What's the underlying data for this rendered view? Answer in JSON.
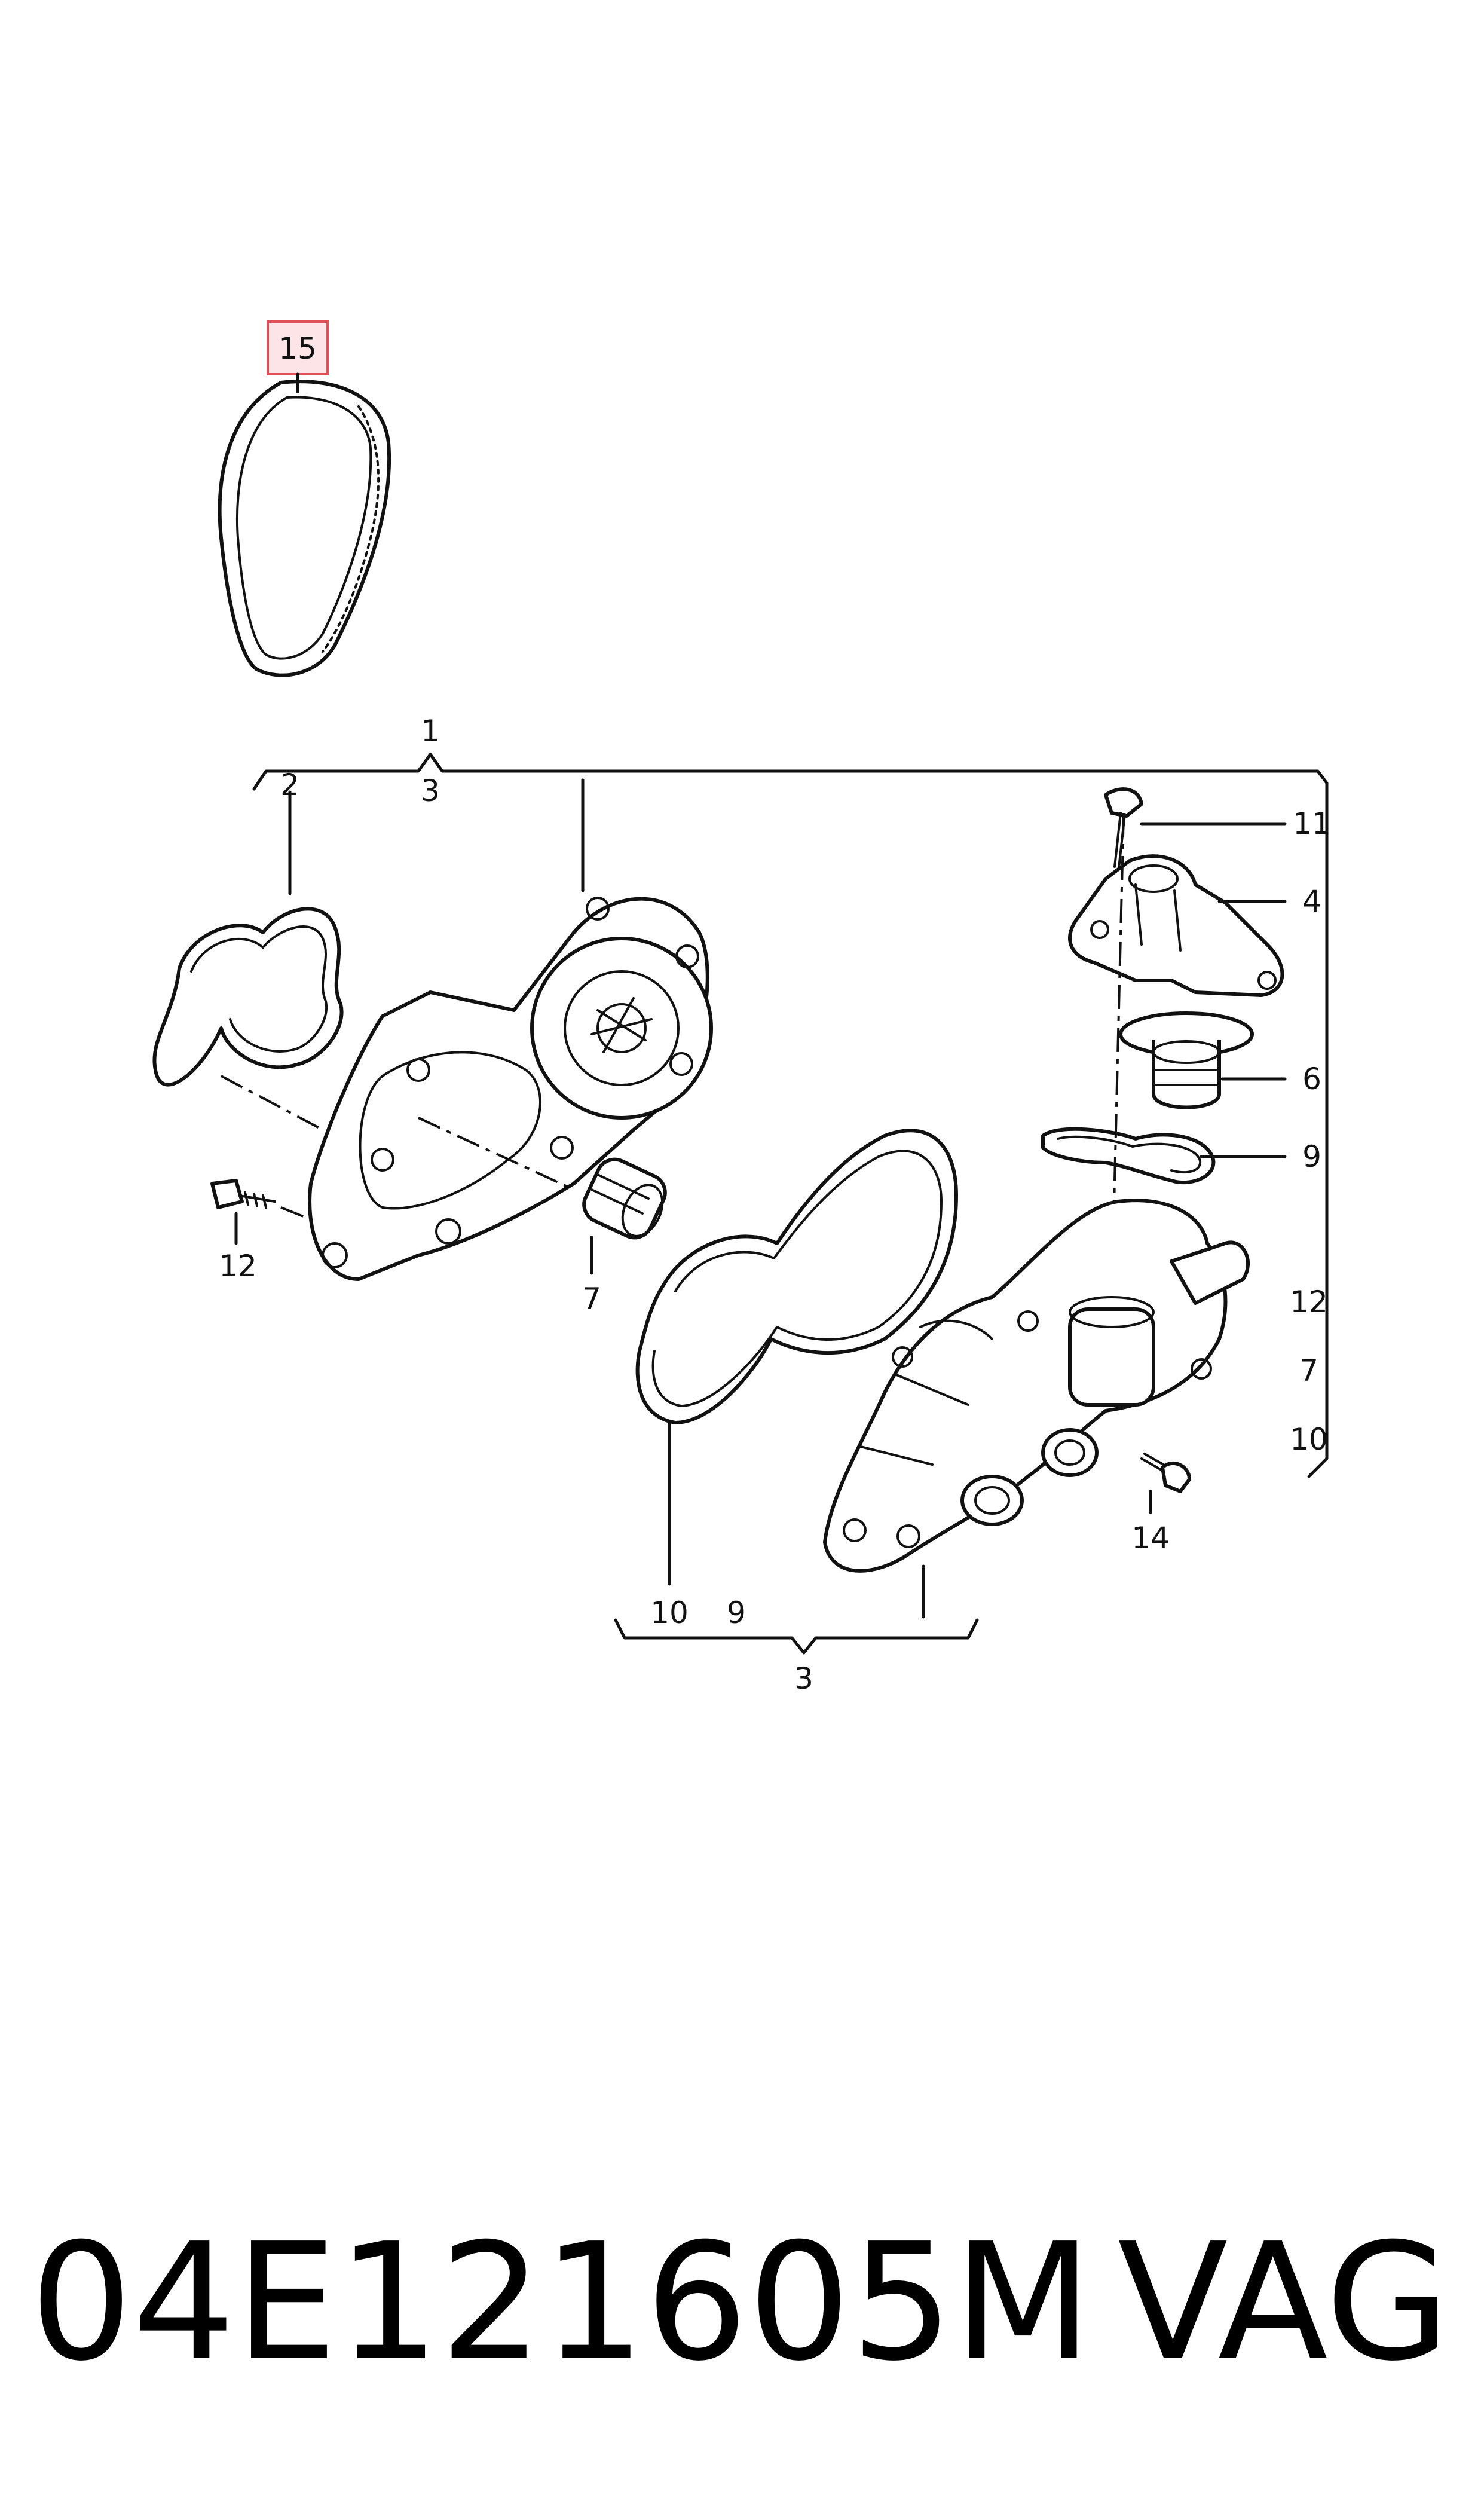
{
  "callouts": {
    "c15": "15",
    "c1": "1",
    "c3_top": "3",
    "c2": "2",
    "c11": "11",
    "c4": "4",
    "c6": "6",
    "c9_right": "9",
    "c12_left": "12",
    "c7_left": "7",
    "c12_right": "12",
    "c7_right": "7",
    "c10_right": "10",
    "c14": "14",
    "c10_bottom": "10",
    "c9_bottom": "9",
    "c3_bottom": "3"
  },
  "footer": {
    "part_number": "04E121605M",
    "brand": "VAG"
  },
  "colors": {
    "highlight_fill": "#fde4e6",
    "highlight_stroke": "#e0505a"
  }
}
